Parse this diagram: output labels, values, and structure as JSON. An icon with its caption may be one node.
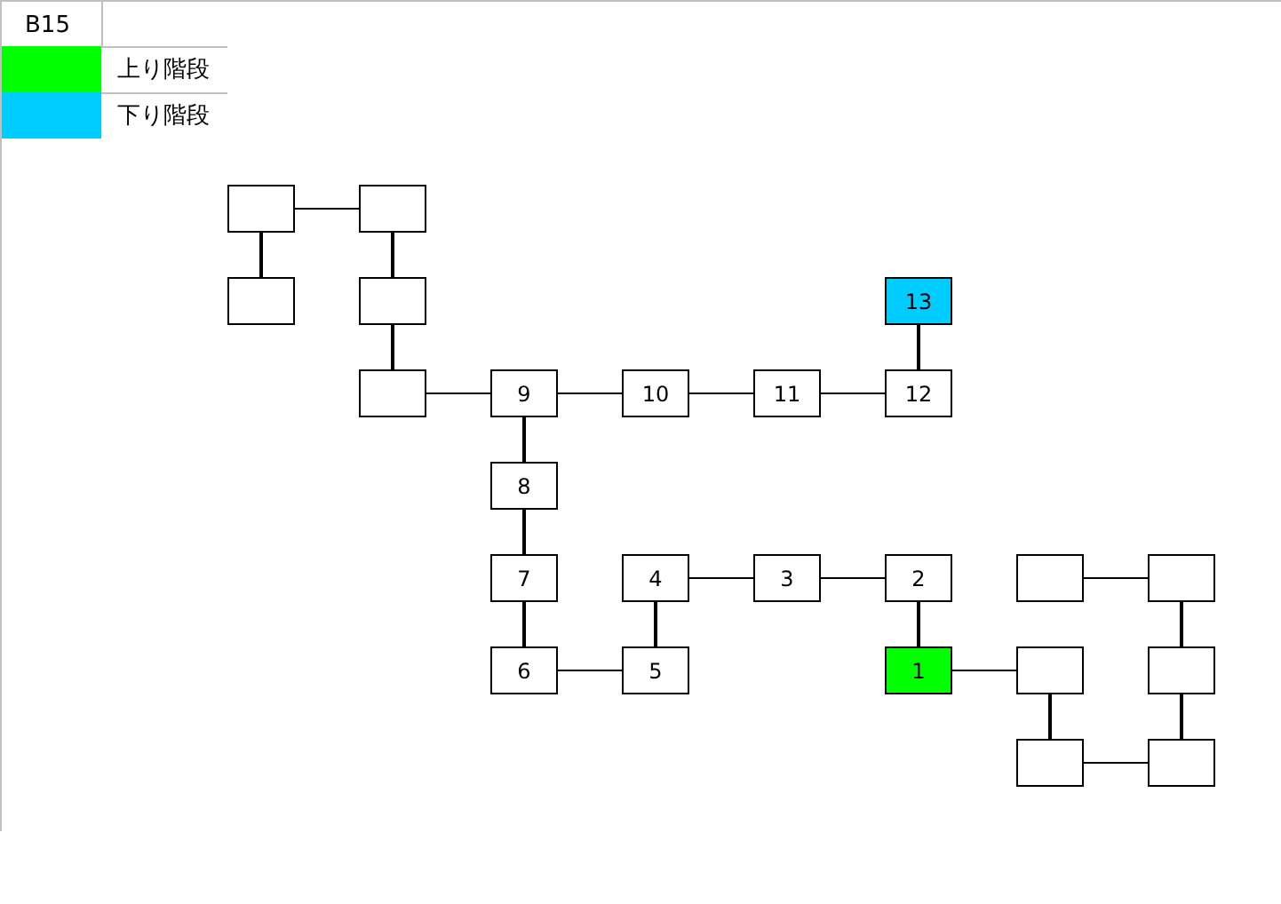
{
  "diagram": {
    "nodes": [
      {
        "text": [],
        "shape": "box"
      },
      {
        "text": [],
        "shape": "box"
      },
      {
        "text": [],
        "shape": "box"
      },
      {
        "text": [],
        "shape": "box"
      },
      {
        "text": [
          "13"
        ]
      },
      {
        "text": [],
        "shape": "box"
      },
      {
        "text": [
          "9"
        ]
      },
      {
        "text": [
          "10"
        ]
      },
      {
        "text": [
          "11"
        ]
      },
      {
        "text": [
          "12"
        ]
      },
      {
        "text": [
          "8"
        ]
      },
      {
        "text": [
          "7"
        ]
      },
      {
        "text": [
          "4"
        ]
      },
      {
        "text": [
          "3"
        ]
      },
      {
        "text": [
          "2"
        ]
      },
      {
        "text": [],
        "shape": "box"
      },
      {
        "text": [],
        "shape": "box"
      },
      {
        "text": [
          "6"
        ]
      },
      {
        "text": [
          "5"
        ]
      },
      {
        "text": [
          "1"
        ]
      },
      {
        "text": [],
        "shape": "box"
      },
      {
        "text": [],
        "shape": "box"
      },
      {
        "text": [],
        "shape": "box"
      },
      {
        "text": [],
        "shape": "box"
      }
    ],
    "edges": [
      {
        "from": 0,
        "to": 1,
        "arrow": "none"
      },
      {
        "from": 0,
        "to": 2,
        "arrow": "none"
      },
      {
        "from": 1,
        "to": 3,
        "arrow": "none"
      },
      {
        "from": 3,
        "to": 5,
        "arrow": "none"
      },
      {
        "from": 5,
        "to": 6,
        "arrow": "none"
      },
      {
        "from": 6,
        "to": 7,
        "arrow": "none"
      },
      {
        "from": 7,
        "to": 8,
        "arrow": "none"
      },
      {
        "from": 8,
        "to": 9,
        "arrow": "none"
      },
      {
        "from": 4,
        "to": 9,
        "arrow": "none"
      },
      {
        "from": 6,
        "to": 10,
        "arrow": "none"
      },
      {
        "from": 10,
        "to": 11,
        "arrow": "none"
      },
      {
        "from": 11,
        "to": 17,
        "arrow": "none"
      },
      {
        "from": 17,
        "to": 18,
        "arrow": "none"
      },
      {
        "from": 12,
        "to": 18,
        "arrow": "none"
      },
      {
        "from": 12,
        "to": 13,
        "arrow": "none"
      },
      {
        "from": 13,
        "to": 14,
        "arrow": "none"
      },
      {
        "from": 14,
        "to": 19,
        "arrow": "none"
      },
      {
        "from": 19,
        "to": 20,
        "arrow": "none"
      },
      {
        "from": 15,
        "to": 16,
        "arrow": "none"
      },
      {
        "from": 16,
        "to": 21,
        "arrow": "none"
      },
      {
        "from": 21,
        "to": 23,
        "arrow": "none"
      },
      {
        "from": 20,
        "to": 22,
        "arrow": "none"
      },
      {
        "from": 22,
        "to": 23,
        "arrow": "none"
      }
    ],
    "labels": [
      "B15"
    ],
    "legend": [
      {
        "text": "上り階段",
        "color": "#00ff00"
      },
      {
        "text": "下り階段",
        "color": "#00ccff"
      }
    ]
  }
}
